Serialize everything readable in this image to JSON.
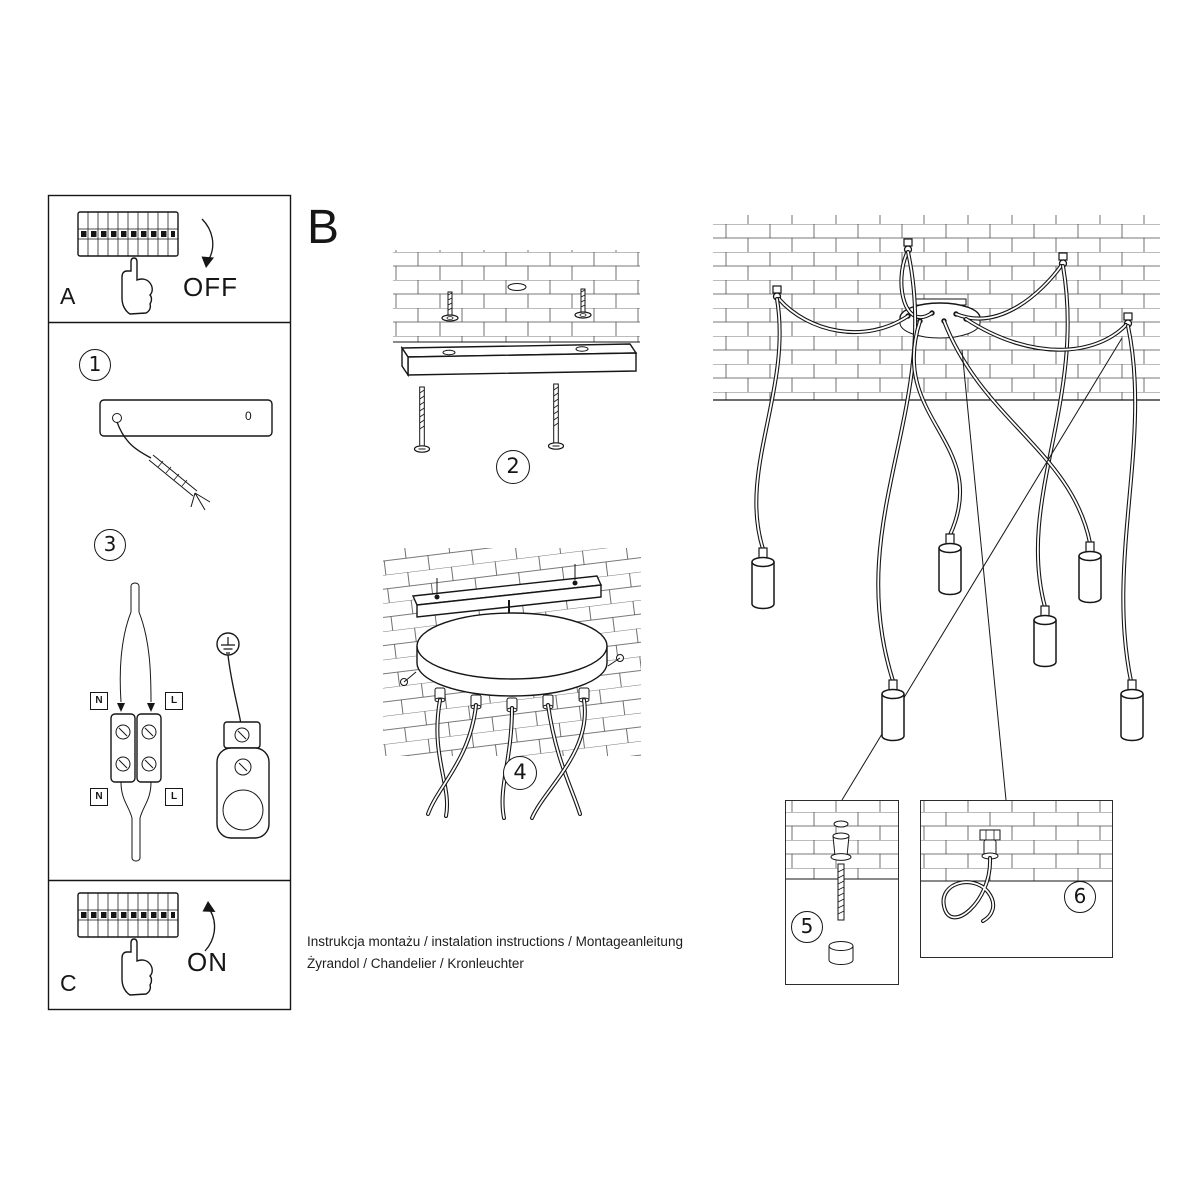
{
  "doc": {
    "section_b_label": "B",
    "captions": {
      "line1": "Instrukcja montażu / instalation instructions / Montageanleitung",
      "line2": "Żyrandol / Chandelier / Kronleuchter"
    }
  },
  "panel_a": {
    "label": "A",
    "switch_state": "OFF"
  },
  "panel_c": {
    "label": "C",
    "switch_state": "ON"
  },
  "steps": {
    "n1": "1",
    "n2": "2",
    "n3": "3",
    "n4": "4",
    "n5": "5",
    "n6": "6"
  },
  "wiring": {
    "nl_top_left": "N",
    "nl_top_right": "L",
    "nl_bottom_left": "N",
    "nl_bottom_right": "L",
    "bracket_mark": "0"
  },
  "colors": {
    "ink": "#161616",
    "paper": "#ffffff"
  }
}
